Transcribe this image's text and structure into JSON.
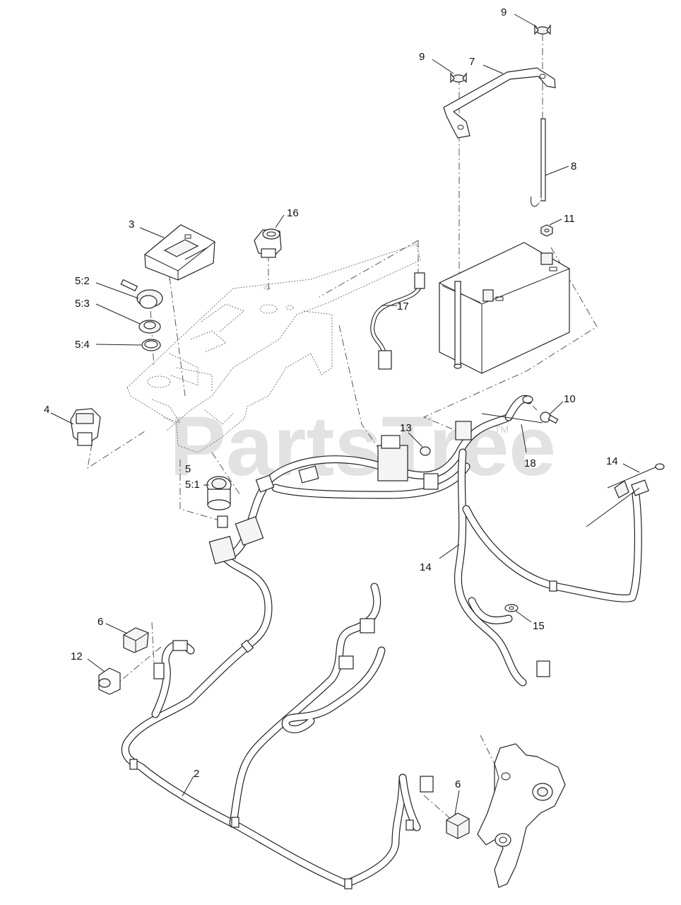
{
  "watermark": {
    "text": "PartsTree",
    "tm": "TM"
  },
  "callouts": [
    {
      "id": "9-top",
      "label": "9"
    },
    {
      "id": "9-left",
      "label": "9"
    },
    {
      "id": "7",
      "label": "7"
    },
    {
      "id": "8",
      "label": "8"
    },
    {
      "id": "11",
      "label": "11"
    },
    {
      "id": "16",
      "label": "16"
    },
    {
      "id": "3",
      "label": "3"
    },
    {
      "id": "5-2",
      "label": "5:2"
    },
    {
      "id": "5-3",
      "label": "5:3"
    },
    {
      "id": "5-4",
      "label": "5:4"
    },
    {
      "id": "17",
      "label": "17"
    },
    {
      "id": "10",
      "label": "10"
    },
    {
      "id": "18",
      "label": "18"
    },
    {
      "id": "4",
      "label": "4"
    },
    {
      "id": "13",
      "label": "13"
    },
    {
      "id": "5",
      "label": "5"
    },
    {
      "id": "5-1",
      "label": "5:1"
    },
    {
      "id": "14-right",
      "label": "14"
    },
    {
      "id": "14-mid",
      "label": "14"
    },
    {
      "id": "15",
      "label": "15"
    },
    {
      "id": "6-top",
      "label": "6"
    },
    {
      "id": "12",
      "label": "12"
    },
    {
      "id": "2",
      "label": "2"
    },
    {
      "id": "6-bottom",
      "label": "6"
    }
  ]
}
